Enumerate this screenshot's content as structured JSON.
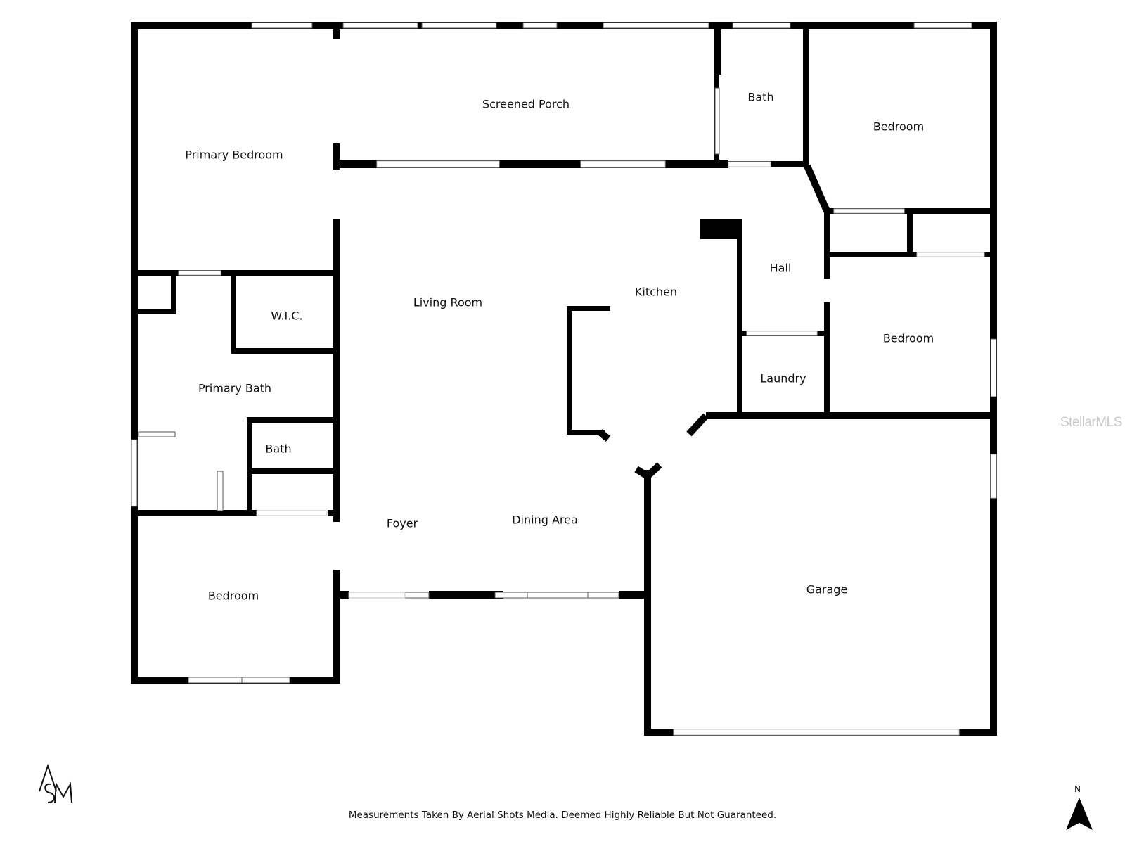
{
  "rooms": {
    "primary_bedroom": "Primary Bedroom",
    "screened_porch": "Screened Porch",
    "bath_top": "Bath",
    "bedroom_ne": "Bedroom",
    "hall": "Hall",
    "kitchen": "Kitchen",
    "living_room": "Living Room",
    "wic": "W.I.C.",
    "bedroom_e": "Bedroom",
    "laundry": "Laundry",
    "primary_bath": "Primary Bath",
    "bath_small": "Bath",
    "foyer": "Foyer",
    "dining_area": "Dining Area",
    "garage": "Garage",
    "bedroom_sw": "Bedroom"
  },
  "footer": {
    "disclaimer": "Measurements Taken By Aerial Shots Media. Deemed Highly Reliable But Not Guaranteed."
  },
  "compass": {
    "label": "N"
  },
  "watermark": "StellarMLS",
  "logo": {
    "name": "asm-monogram",
    "letters": "ASM"
  },
  "colors": {
    "wall": "#000000",
    "window": "#ffffff",
    "background": "#ffffff"
  }
}
